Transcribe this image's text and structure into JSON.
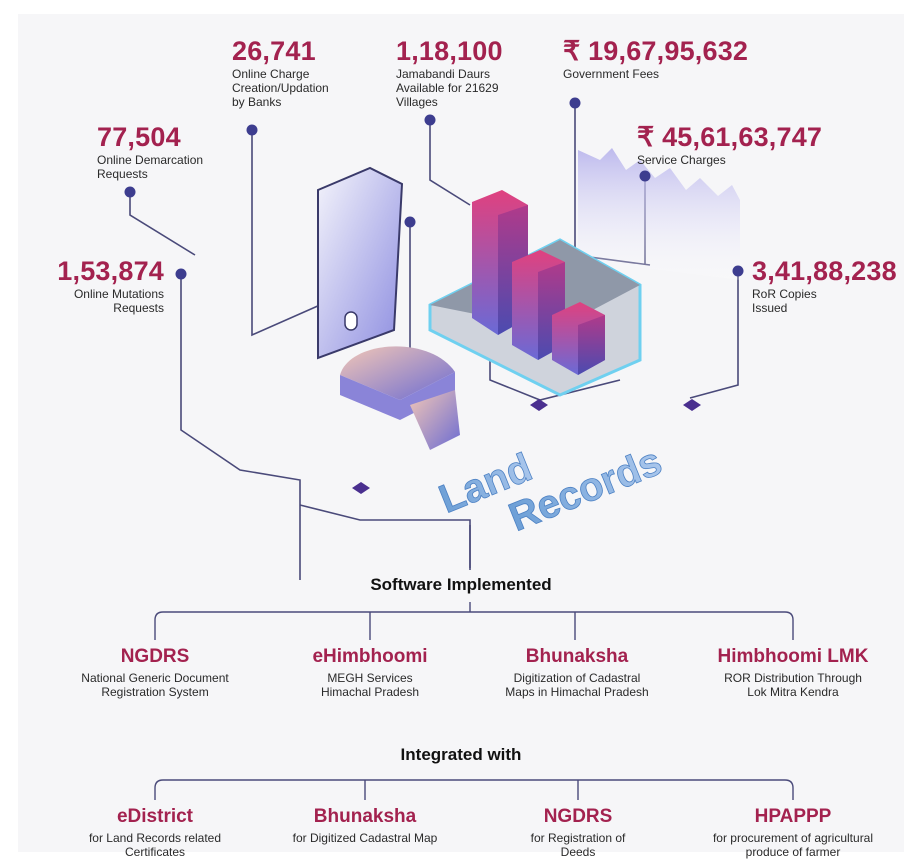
{
  "stats": {
    "online_charge": {
      "value": "26,741",
      "label": "Online Charge\nCreation/Updation\nby Banks"
    },
    "jamabandi": {
      "value": "1,18,100",
      "label": "Jamabandi Daurs\nAvailable for 21629\nVillages"
    },
    "government_fees": {
      "value": "₹ 19,67,95,632",
      "label": "Government Fees"
    },
    "demarcation": {
      "value": "77,504",
      "label": "Online Demarcation\nRequests"
    },
    "service_charges": {
      "value": "₹ 45,61,63,747",
      "label": "Service Charges"
    },
    "mutations": {
      "value": "1,53,874",
      "label": "Online Mutations\nRequests"
    },
    "ror_copies": {
      "value": "3,41,88,238",
      "label": "RoR Copies\nIssued"
    }
  },
  "centre_text": {
    "line1": "Land",
    "line2": "Records"
  },
  "colors": {
    "accent": "#a3224f",
    "node": "#3d3d8f",
    "line": "#4a4a7a"
  },
  "software": {
    "title": "Software Implemented",
    "items": [
      {
        "name": "NGDRS",
        "desc": "National Generic Document\nRegistration System"
      },
      {
        "name": "eHimbhoomi",
        "desc": "MEGH Services\nHimachal Pradesh"
      },
      {
        "name": "Bhunaksha",
        "desc": "Digitization of Cadastral\nMaps in Himachal Pradesh"
      },
      {
        "name": "Himbhoomi LMK",
        "desc": "ROR Distribution Through\nLok Mitra Kendra"
      }
    ]
  },
  "integrated": {
    "title": "Integrated with",
    "items": [
      {
        "name": "eDistrict",
        "desc": "for Land Records related\nCertificates"
      },
      {
        "name": "Bhunaksha",
        "desc": "for Digitized Cadastral Map"
      },
      {
        "name": "NGDRS",
        "desc": "for Registration of\nDeeds"
      },
      {
        "name": "HPAPPP",
        "desc": "for procurement of agricultural\nproduce of farmer"
      }
    ]
  }
}
